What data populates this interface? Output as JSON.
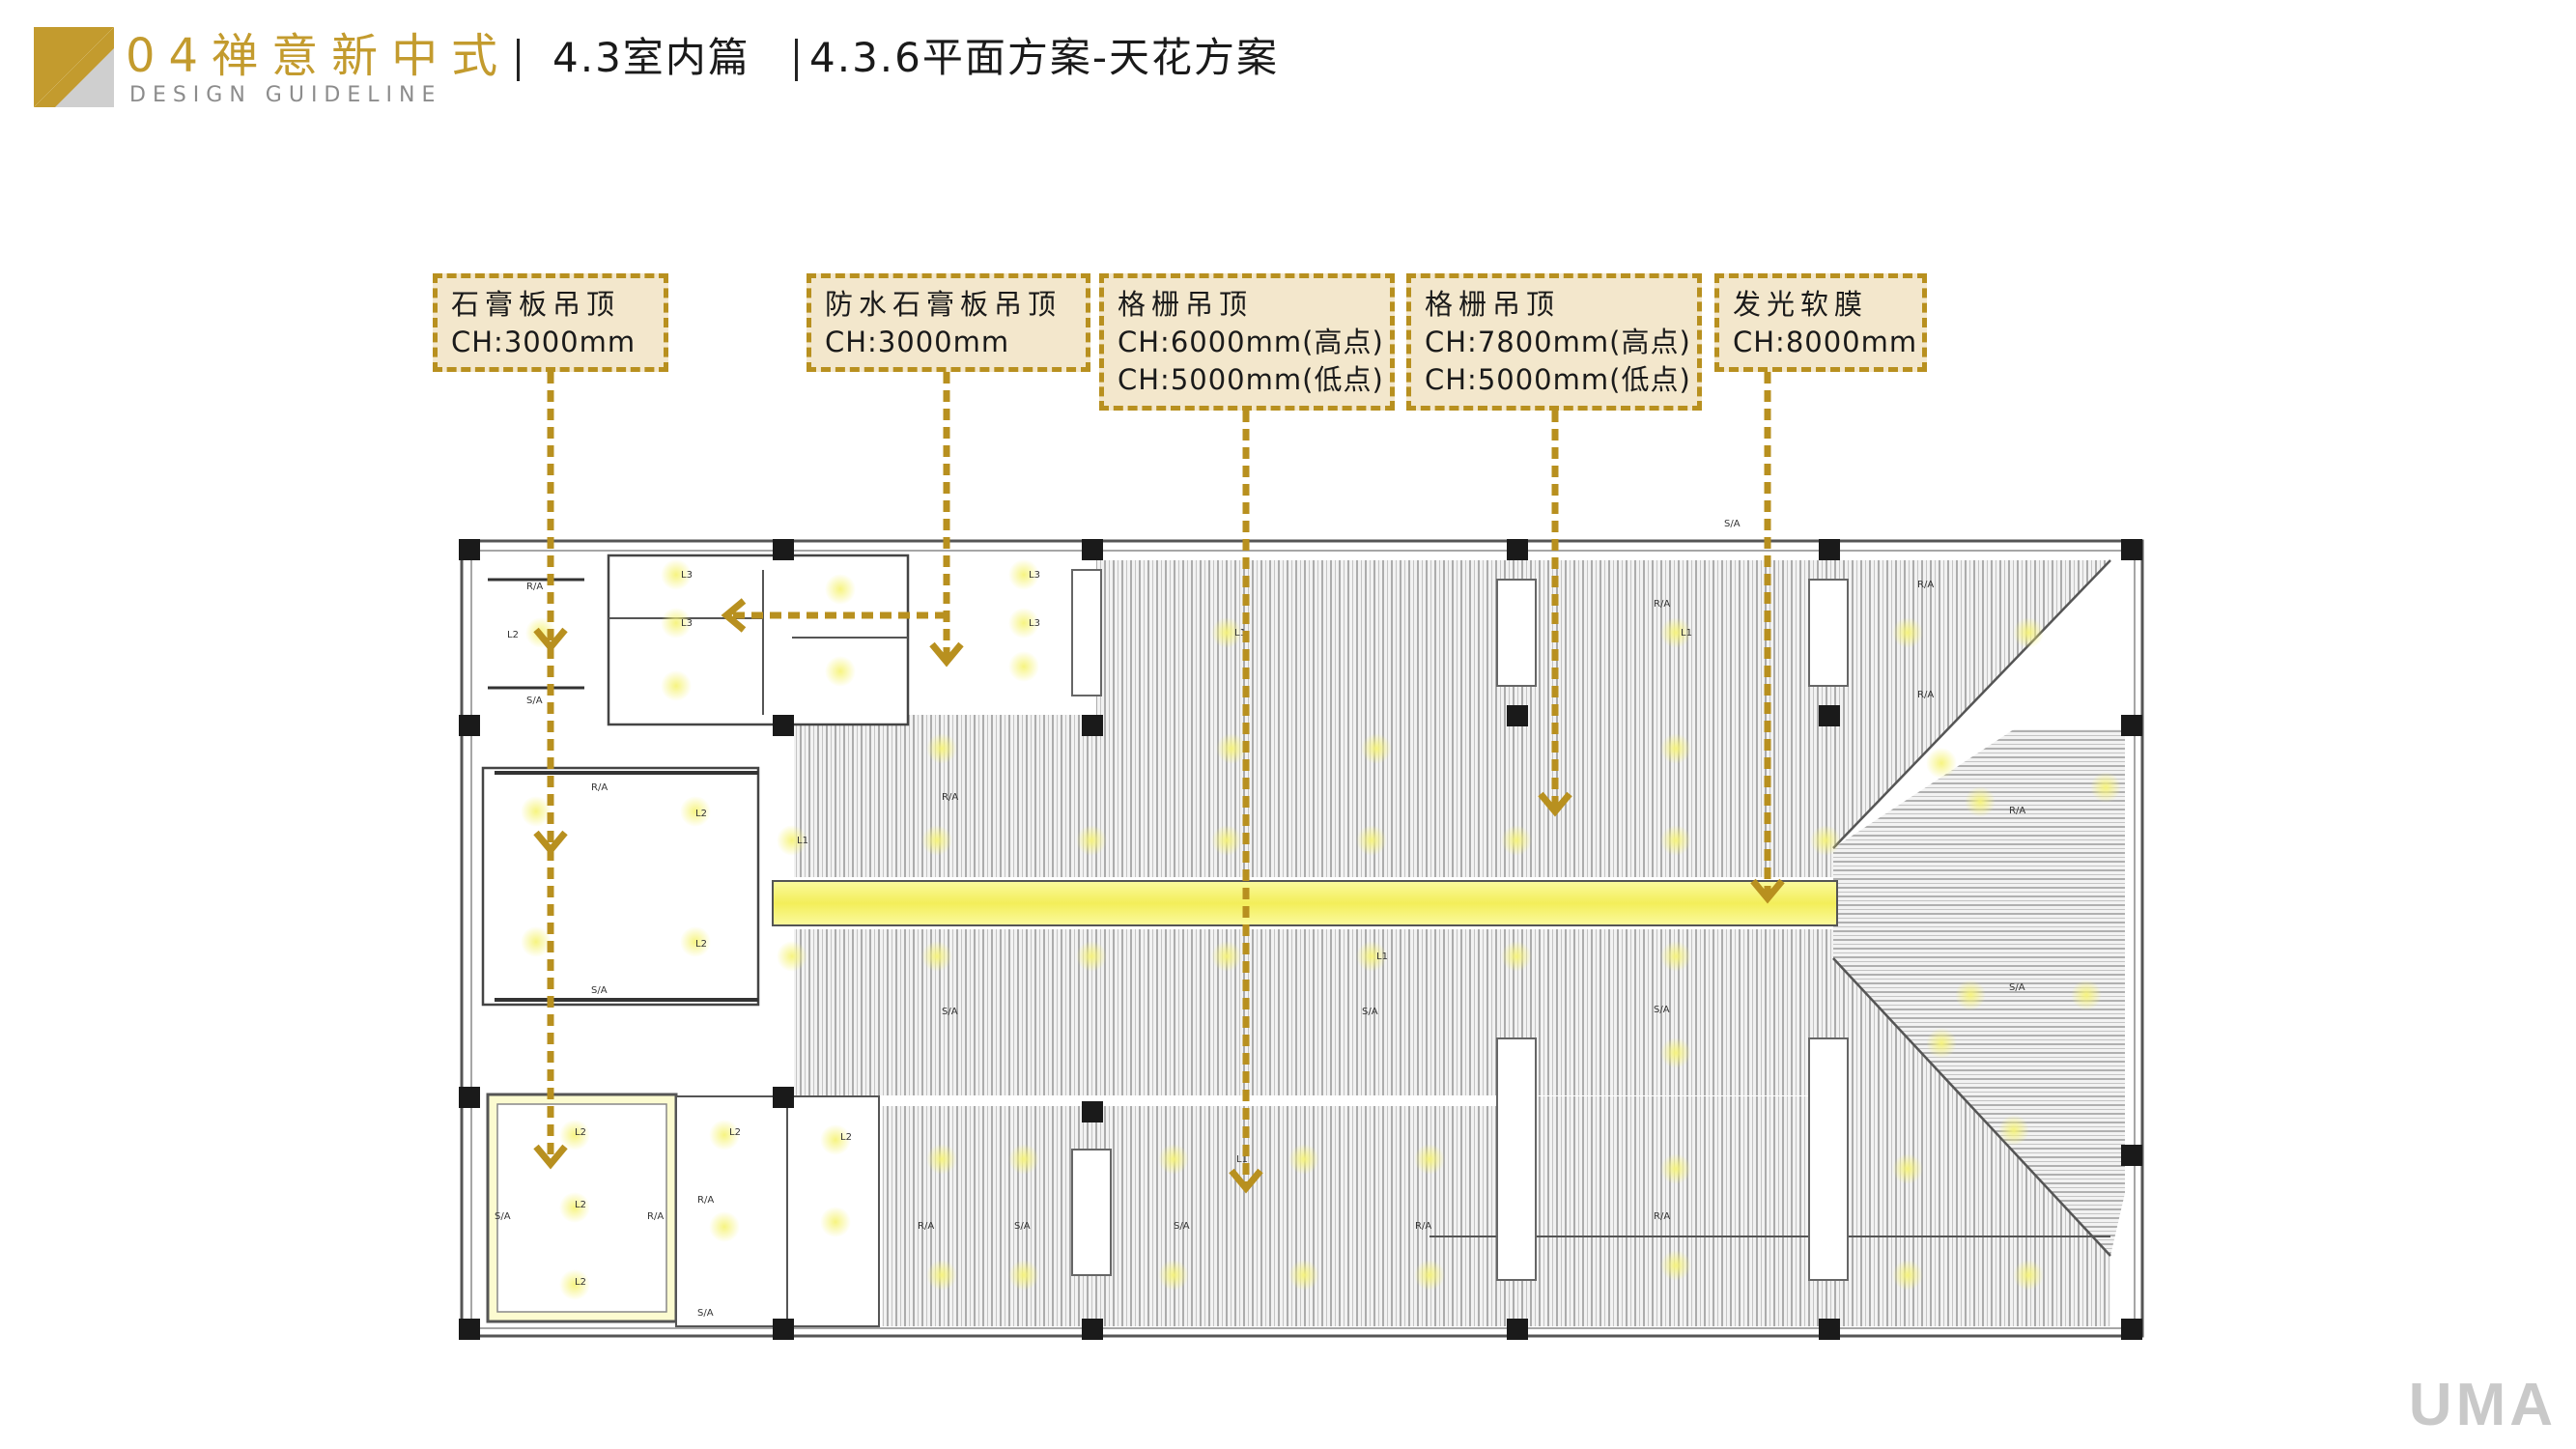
{
  "header": {
    "chapter_title": "04禅意新中式",
    "chapter_subtitle": "DESIGN GUIDELINE",
    "section": "4.3室内篇",
    "subsection": "4.3.6平面方案-天花方案"
  },
  "labels": [
    {
      "name": "石膏板吊顶",
      "lines": [
        "CH:3000mm"
      ]
    },
    {
      "name": "防水石膏板吊顶",
      "lines": [
        "CH:3000mm"
      ]
    },
    {
      "name": "格栅吊顶",
      "lines": [
        "CH:6000mm(高点)",
        "CH:5000mm(低点)"
      ]
    },
    {
      "name": "格栅吊顶",
      "lines": [
        "CH:7800mm(高点)",
        "CH:5000mm(低点)"
      ]
    },
    {
      "name": "发光软膜",
      "lines": [
        "CH:8000mm"
      ]
    }
  ],
  "plan_marks": {
    "ra": "R/A",
    "sa": "S/A",
    "l2": "L2",
    "l3": "L3",
    "l1": "L1"
  },
  "colors": {
    "accent_gold": "#b8901f",
    "label_fill": "#f3e7cc",
    "glow_yellow": "#f6f37a"
  },
  "watermark": "UMA"
}
